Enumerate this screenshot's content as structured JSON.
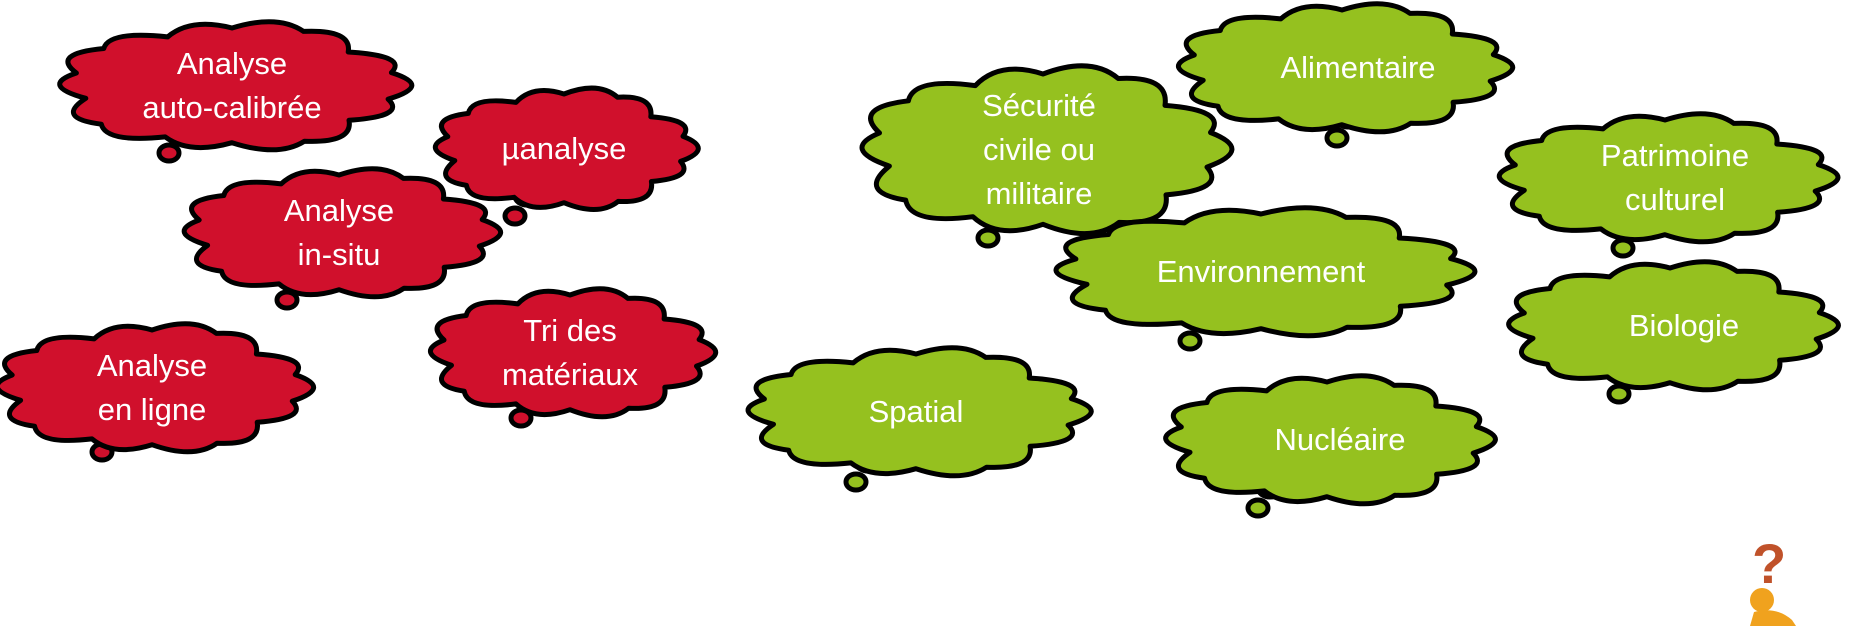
{
  "colors": {
    "red": "#d0102c",
    "green": "#95c11f",
    "outline": "#000000",
    "text": "#ffffff"
  },
  "clouds": [
    {
      "id": "analyse-auto-calibree",
      "group": "technique",
      "color": "red",
      "lines": [
        "Analyse",
        "auto-calibrée"
      ]
    },
    {
      "id": "micro-analyse",
      "group": "technique",
      "color": "red",
      "lines": [
        "µanalyse"
      ]
    },
    {
      "id": "analyse-in-situ",
      "group": "technique",
      "color": "red",
      "lines": [
        "Analyse",
        "in-situ"
      ]
    },
    {
      "id": "tri-des-materiaux",
      "group": "technique",
      "color": "red",
      "lines": [
        "Tri des",
        "matériaux"
      ]
    },
    {
      "id": "analyse-en-ligne",
      "group": "technique",
      "color": "red",
      "lines": [
        "Analyse",
        "en ligne"
      ]
    },
    {
      "id": "securite",
      "group": "domaine",
      "color": "green",
      "lines": [
        "Sécurité",
        "civile ou",
        "militaire"
      ]
    },
    {
      "id": "alimentaire",
      "group": "domaine",
      "color": "green",
      "lines": [
        "Alimentaire"
      ]
    },
    {
      "id": "patrimoine-culturel",
      "group": "domaine",
      "color": "green",
      "lines": [
        "Patrimoine",
        "culturel"
      ]
    },
    {
      "id": "environnement",
      "group": "domaine",
      "color": "green",
      "lines": [
        "Environnement"
      ]
    },
    {
      "id": "biologie",
      "group": "domaine",
      "color": "green",
      "lines": [
        "Biologie"
      ]
    },
    {
      "id": "spatial",
      "group": "domaine",
      "color": "green",
      "lines": [
        "Spatial"
      ]
    },
    {
      "id": "nucleaire",
      "group": "domaine",
      "color": "green",
      "lines": [
        "Nucléaire"
      ]
    }
  ],
  "decoration": {
    "icon": "thinking-figure-icon",
    "mark": "?",
    "mark_color": "#c0522a",
    "figure_color": "#f0a21e"
  }
}
